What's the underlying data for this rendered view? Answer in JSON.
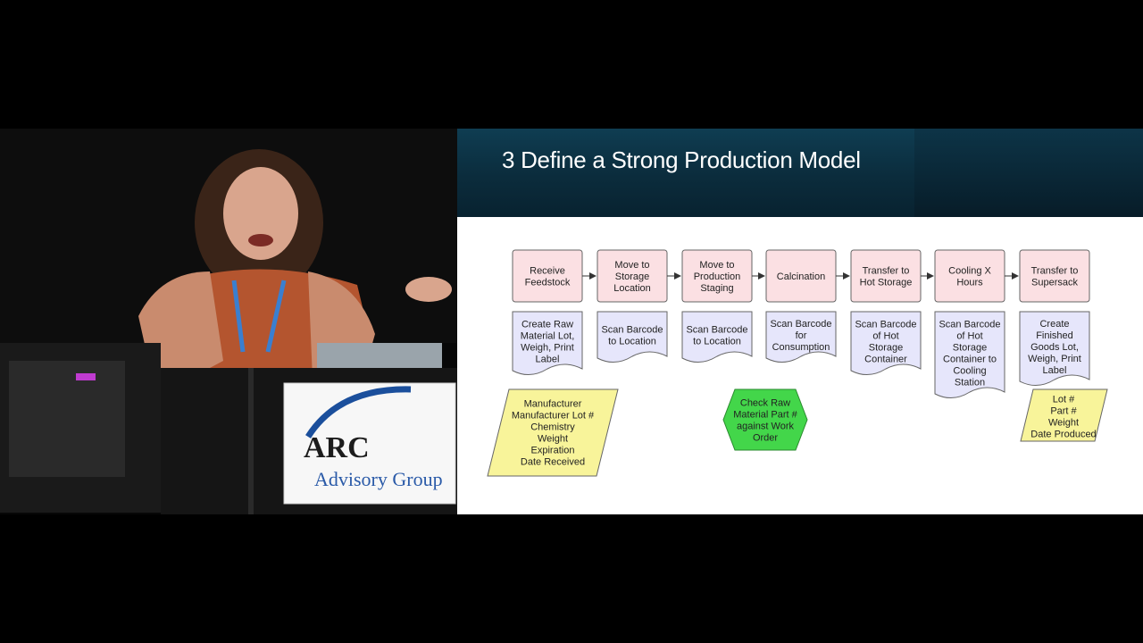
{
  "slide": {
    "title": "3 Define a Strong Production Model"
  },
  "logo": {
    "line1": "ARC",
    "line2": "Advisory Group"
  },
  "process_steps": [
    [
      "Receive",
      "Feedstock"
    ],
    [
      "Move to",
      "Storage",
      "Location"
    ],
    [
      "Move to",
      "Production",
      "Staging"
    ],
    [
      "Calcination"
    ],
    [
      "Transfer to",
      "Hot Storage"
    ],
    [
      "Cooling X",
      "Hours"
    ],
    [
      "Transfer to",
      "Supersack"
    ]
  ],
  "documents": [
    [
      "Create Raw",
      "Material Lot,",
      "Weigh, Print",
      "Label"
    ],
    [
      "Scan Barcode",
      "to Location"
    ],
    [
      "Scan Barcode",
      "to Location"
    ],
    [
      "Scan Barcode",
      "for",
      "Consumption"
    ],
    [
      "Scan Barcode",
      "of Hot",
      "Storage",
      "Container"
    ],
    [
      "Scan Barcode",
      "of Hot",
      "Storage",
      "Container to",
      "Cooling",
      "Station"
    ],
    [
      "Create",
      "Finished",
      "Goods Lot,",
      "Weigh, Print",
      "Label"
    ]
  ],
  "data_left": [
    "Manufacturer",
    "Manufacturer Lot #",
    "Chemistry",
    "Weight",
    "Expiration",
    "Date Received"
  ],
  "data_right": [
    "Lot #",
    "Part #",
    "Weight",
    "Date Produced"
  ],
  "check": [
    "Check Raw",
    "Material Part #",
    "against Work",
    "Order"
  ],
  "colors": {
    "process_fill": "#fbe0e3",
    "document_fill": "#e6e6fb",
    "data_fill": "#f8f49a",
    "check_fill": "#43d64a",
    "header_bg": "#0c3040"
  }
}
